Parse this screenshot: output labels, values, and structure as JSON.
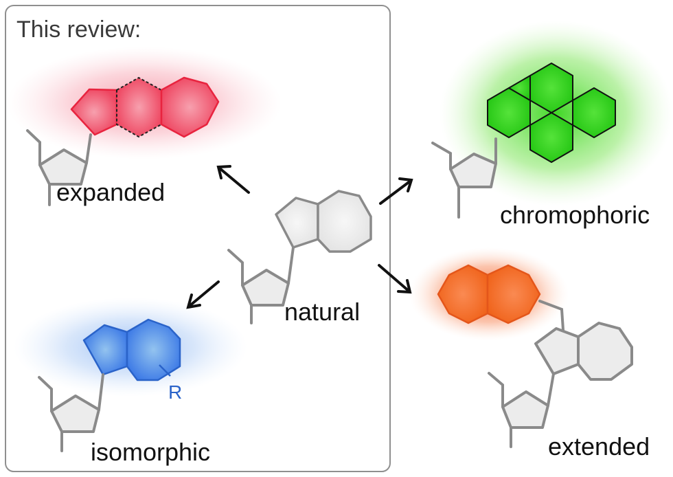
{
  "panel": {
    "title": "This review:"
  },
  "labels": {
    "expanded": "expanded",
    "isomorphic": "isomorphic",
    "natural": "natural",
    "chromophoric": "chromophoric",
    "extended": "extended"
  },
  "substituent": "R",
  "colors": {
    "expanded": "#f0455f",
    "isomorphic": "#3f7ce6",
    "chromophoric": "#2ecc1f",
    "extended": "#f06a1e",
    "natural": "#ececec"
  }
}
